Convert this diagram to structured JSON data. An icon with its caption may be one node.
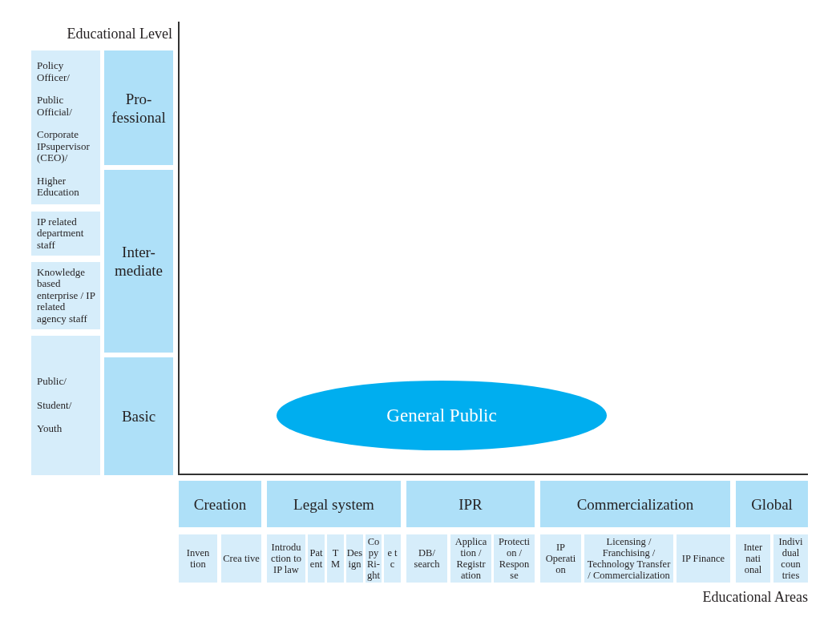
{
  "diagram": {
    "nodes": [
      {
        "text": [
          "Policy Officer/",
          "Public Official/",
          "Corporate IPsupervisor (CEO)/",
          "Higher Education"
        ]
      },
      {
        "text": [
          "Pro- fessional"
        ]
      },
      {
        "text": [
          "IP related department staff"
        ]
      },
      {
        "text": [
          "Knowledge based enterprise / IP related agency staff"
        ]
      },
      {
        "text": [
          "Inter- mediate"
        ]
      },
      {
        "text": [
          "Public/",
          "Student/",
          "Youth"
        ]
      },
      {
        "text": [
          "Basic"
        ]
      },
      {
        "text": [
          "General Public"
        ]
      },
      {
        "text": [
          "Creation"
        ]
      },
      {
        "text": [
          "Legal system"
        ]
      },
      {
        "text": [
          "IPR"
        ]
      },
      {
        "text": [
          "Commercialization"
        ]
      },
      {
        "text": [
          "Global"
        ]
      },
      {
        "text": [
          "Inven tion"
        ]
      },
      {
        "text": [
          "Crea tive"
        ]
      },
      {
        "text": [
          "Introdu ction to IP law"
        ]
      },
      {
        "text": [
          "Pat ent"
        ]
      },
      {
        "text": [
          "T M"
        ]
      },
      {
        "text": [
          "Des ign"
        ]
      },
      {
        "text": [
          "Co py Ri- ght"
        ]
      },
      {
        "text": [
          "e t c"
        ]
      },
      {
        "text": [
          "DB/ search"
        ]
      },
      {
        "text": [
          "Applica tion / Registr ation"
        ]
      },
      {
        "text": [
          "Protecti on / Respon se"
        ]
      },
      {
        "text": [
          "IP Operati on"
        ]
      },
      {
        "text": [
          "Licensing / Franchising / Technology Transfer / Commercialization"
        ]
      },
      {
        "text": [
          "IP Finance"
        ]
      },
      {
        "text": [
          "Inter nati onal"
        ]
      },
      {
        "text": [
          "Indivi dual coun tries"
        ]
      }
    ],
    "labels": [
      "Educational Level",
      "Educational Areas"
    ]
  }
}
